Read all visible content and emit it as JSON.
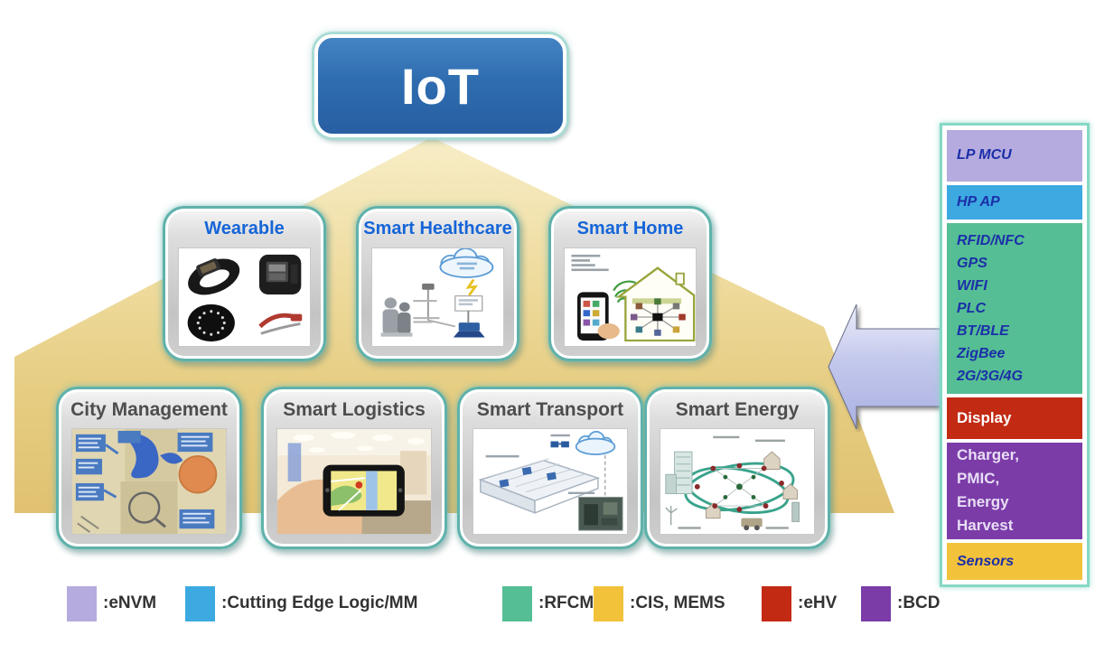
{
  "title": "IoT",
  "top_cards": [
    {
      "label": "Wearable"
    },
    {
      "label": "Smart Healthcare"
    },
    {
      "label": "Smart Home"
    }
  ],
  "bottom_cards": [
    {
      "label": "City Management"
    },
    {
      "label": "Smart Logistics"
    },
    {
      "label": "Smart Transport"
    },
    {
      "label": "Smart Energy"
    }
  ],
  "sidebar": {
    "blocks": [
      {
        "label": "LP MCU",
        "color": "#b5abde"
      },
      {
        "label": "HP AP",
        "color": "#3da9e1"
      },
      {
        "lines": [
          "RFID/NFC",
          "GPS",
          "WIFI",
          "PLC",
          "BT/BLE",
          "ZigBee",
          "2G/3G/4G"
        ],
        "color": "#55be94"
      },
      {
        "label": "Display",
        "color": "#c22a13"
      },
      {
        "lines": [
          "Charger,",
          "PMIC,",
          "Energy",
          "Harvest"
        ],
        "color": "#7b3ca8"
      },
      {
        "label": "Sensors",
        "color": "#f3c23b"
      }
    ]
  },
  "legend": [
    {
      "label": ":eNVM",
      "color": "#b5abde"
    },
    {
      "label": ":Cutting Edge Logic/MM",
      "color": "#3da9e1"
    },
    {
      "label": ":RFCMOS",
      "color": "#55be94"
    },
    {
      "label": ":CIS, MEMS",
      "color": "#f3c23b"
    },
    {
      "label": ":eHV",
      "color": "#c22a13"
    },
    {
      "label": ":BCD",
      "color": "#7b3ca8"
    }
  ],
  "colors": {
    "iot_blue": "#2e6cb0",
    "pyramid_gold": "#e0c170",
    "card_border_teal": "#5fb2ab",
    "top_title_blue": "#1565d8",
    "bottom_title_gray": "#4d4d4d",
    "arrow_lavender": "#c3c8ec"
  }
}
